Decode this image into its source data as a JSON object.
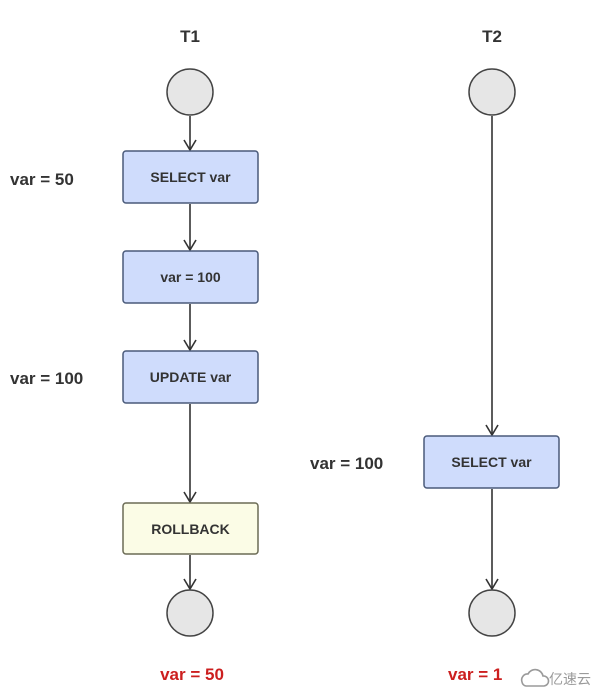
{
  "columns": {
    "t1": {
      "title": "T1"
    },
    "t2": {
      "title": "T2"
    }
  },
  "t1_steps": [
    {
      "label": "SELECT var",
      "side_note": "var = 50",
      "kind": "normal"
    },
    {
      "label": "var = 100",
      "side_note": "",
      "kind": "normal"
    },
    {
      "label": "UPDATE var",
      "side_note": "var = 100",
      "kind": "normal"
    },
    {
      "label": "ROLLBACK",
      "side_note": "",
      "kind": "rollback"
    }
  ],
  "t2_steps": [
    {
      "label": "SELECT var",
      "side_note": "var = 100",
      "kind": "normal"
    }
  ],
  "results": {
    "t1": "var = 50",
    "t2": "var = 1"
  },
  "watermark": {
    "text": "亿速云",
    "icon": "cloud-logo-icon"
  },
  "colors": {
    "box_fill": "#cfdcfc",
    "box_stroke": "#4a5a7a",
    "rollback_fill": "#fbfce6",
    "rollback_stroke": "#6b6b55",
    "node_fill": "#e6e6e6",
    "node_stroke": "#444444",
    "arrow": "#333333",
    "result": "#cc1f1f"
  }
}
